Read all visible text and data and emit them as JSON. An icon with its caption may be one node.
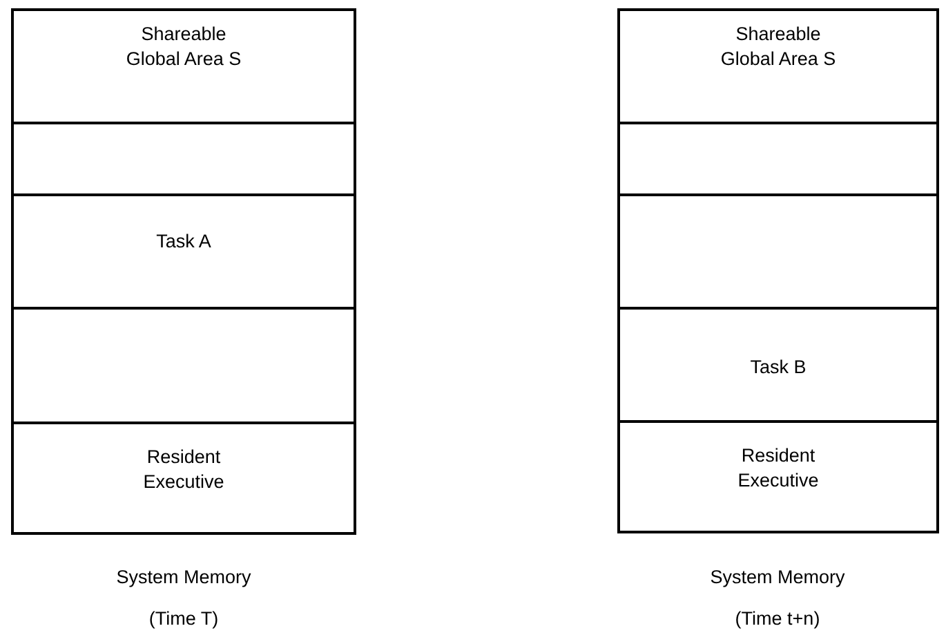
{
  "diagram": {
    "nodes": [
      {
        "text": [
          "Shareable Global Area S"
        ]
      },
      {
        "text": [],
        "shape": "box"
      },
      {
        "text": [
          "Task A"
        ]
      },
      {
        "text": [],
        "shape": "box"
      },
      {
        "text": [
          "Resident Executive"
        ]
      },
      {
        "text": [
          "Shareable Global Area S"
        ]
      },
      {
        "text": [],
        "shape": "box"
      },
      {
        "text": [],
        "shape": "box"
      },
      {
        "text": [
          "Task B"
        ]
      },
      {
        "text": [
          "Resident Executive"
        ]
      }
    ],
    "edges": [],
    "labels": [
      "System Memory",
      "(Time T)",
      "System Memory",
      "(Time t+n)"
    ]
  }
}
